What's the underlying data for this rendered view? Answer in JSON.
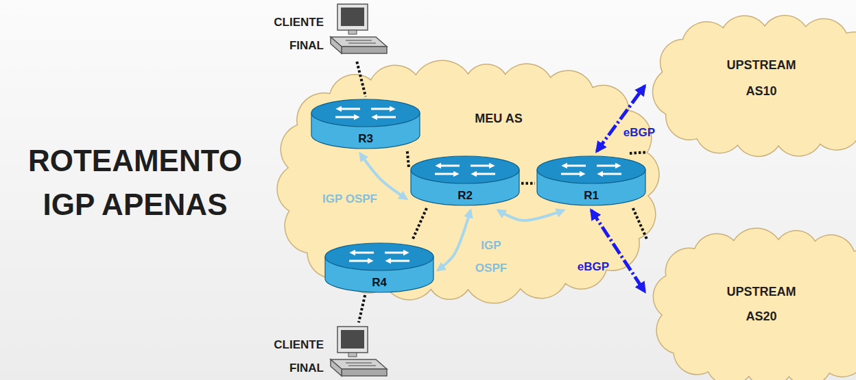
{
  "diagram": {
    "title": "ROTEAMENTO IGP APENAS",
    "nodes": [
      {
        "text": [
          "CLIENTE FINAL"
        ]
      },
      {
        "text": [
          "MEU AS"
        ]
      },
      {
        "text": [
          "R3"
        ],
        "in": 1
      },
      {
        "text": [
          "R2"
        ],
        "in": 1
      },
      {
        "text": [
          "R1"
        ],
        "in": 1
      },
      {
        "text": [
          "R4"
        ],
        "in": 1
      },
      {
        "text": [
          "UPSTREAM AS10"
        ]
      },
      {
        "text": [
          "UPSTREAM AS20"
        ]
      },
      {
        "text": [
          "CLIENTE FINAL"
        ]
      }
    ],
    "edges": [
      {
        "from": 0,
        "to": 2,
        "arrow": "none"
      },
      {
        "from": 2,
        "to": 3,
        "arrow": "none"
      },
      {
        "from": 3,
        "to": 4,
        "arrow": "none"
      },
      {
        "from": 3,
        "to": 5,
        "arrow": "none"
      },
      {
        "from": 5,
        "to": 8,
        "arrow": "none"
      },
      {
        "from": 4,
        "to": 6,
        "arrow": "none"
      },
      {
        "from": 4,
        "to": 7,
        "arrow": "none"
      },
      {
        "from": 2,
        "to": 3,
        "label": "IGP OSPF",
        "arrow": "both"
      },
      {
        "from": 3,
        "to": 4,
        "arrow": "both"
      },
      {
        "from": 5,
        "to": 3,
        "label": "IGP OSPF",
        "arrow": "both"
      },
      {
        "from": 4,
        "to": 6,
        "label": "eBGP",
        "arrow": "both"
      },
      {
        "from": 4,
        "to": 7,
        "label": "eBGP",
        "arrow": "both"
      }
    ]
  }
}
